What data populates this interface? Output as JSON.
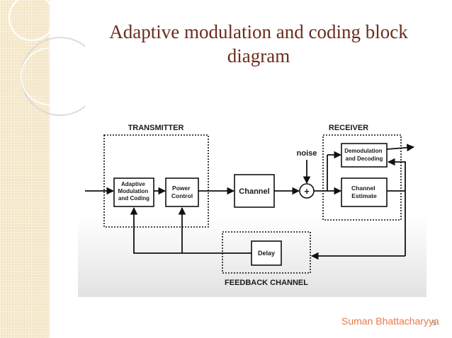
{
  "slide": {
    "title_line1": "Adaptive modulation and coding block",
    "title_line2": "diagram",
    "author": "Suman  Bhattacharyya",
    "page_number": "5"
  },
  "colors": {
    "title": "#6b2c1c",
    "author": "#e87a4a",
    "strip": "#f4e6c6",
    "line": "#111111"
  },
  "diagram": {
    "transmitter_label": "TRANSMITTER",
    "receiver_label": "RECEIVER",
    "feedback_label": "FEEDBACK CHANNEL",
    "noise_label": "noise",
    "adder_symbol": "+",
    "blocks": {
      "amc": [
        "Adaptive",
        "Modulation",
        "and Coding"
      ],
      "power": [
        "Power",
        "Control"
      ],
      "channel": [
        "Channel"
      ],
      "demod": [
        "Demodulation",
        "and Decoding"
      ],
      "estimate": [
        "Channel",
        "Estimate"
      ],
      "delay": [
        "Delay"
      ]
    }
  }
}
